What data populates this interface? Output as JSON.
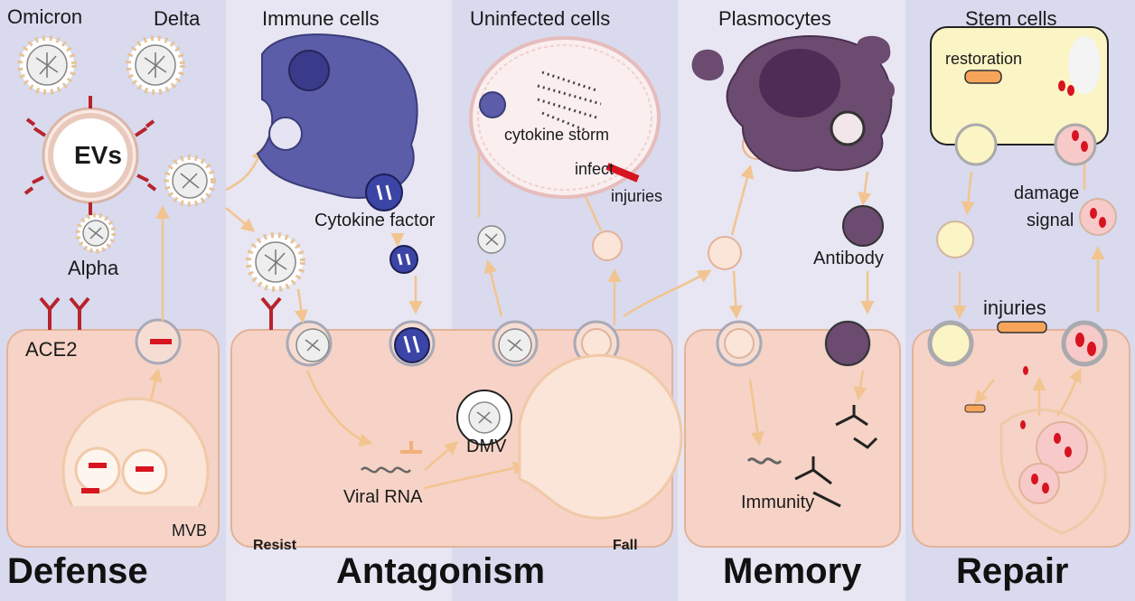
{
  "colors": {
    "panel_bg_a": "#d9daee",
    "panel_bg_b": "#e7e6f2",
    "cell_fill": "#f6d3c6",
    "cell_stroke": "#e2b39a",
    "arrow": "#f2c48f",
    "receptor": "#b8232d",
    "virus_spike": "#f3c48a",
    "immune_cell": "#5b5da8",
    "plasmocyte": "#6b4b6f",
    "stem_cell": "#fbf4c5",
    "injury_red": "#d7141f"
  },
  "panels": {
    "defense": {
      "title": "Defense",
      "labels": {
        "omicron": "Omicron",
        "delta": "Delta",
        "evs": "EVs",
        "alpha": "Alpha",
        "ace2": "ACE2",
        "mvb": "MVB"
      }
    },
    "antagonism": {
      "title": "Antagonism",
      "labels": {
        "immune_cells": "Immune cells",
        "uninfected_cells": "Uninfected cells",
        "cytokine_storm": "cytokine storm",
        "infect": "infect",
        "injuries": "injuries",
        "cytokine_factor": "Cytokine factor",
        "dmv": "DMV",
        "viral_rna": "Viral RNA",
        "resist": "Resist",
        "fall": "Fall"
      }
    },
    "memory": {
      "title": "Memory",
      "labels": {
        "plasmocytes": "Plasmocytes",
        "antibody": "Antibody",
        "immunity": "Immunity"
      }
    },
    "repair": {
      "title": "Repair",
      "labels": {
        "stem_cells": "Stem cells",
        "restoration": "restoration",
        "damage": "damage",
        "signal": "signal",
        "injuries": "injuries"
      }
    }
  }
}
